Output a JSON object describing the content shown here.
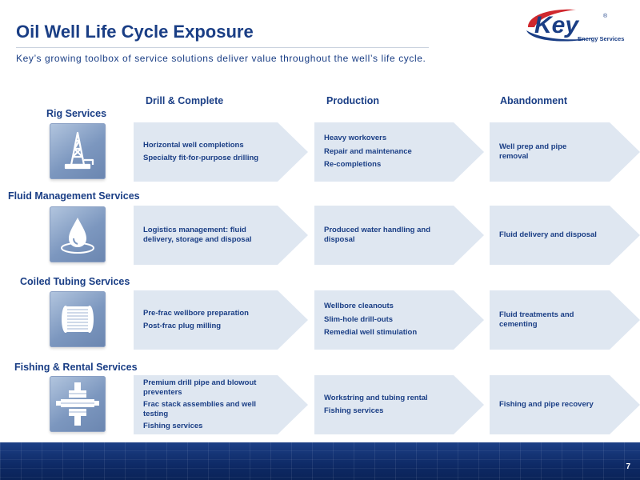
{
  "header": {
    "title": "Oil Well Life Cycle Exposure",
    "subtitle": "Key’s growing toolbox of service solutions deliver value throughout the well’s life cycle."
  },
  "logo": {
    "wordmark": "Key",
    "tagline": "Energy Services",
    "registered": "®"
  },
  "columns": [
    "Drill & Complete",
    "Production",
    "Abandonment"
  ],
  "rows": [
    {
      "label": "Rig Services",
      "icon": "drilling-rig-icon",
      "drill": [
        "Horizontal well completions",
        "Specialty fit-for-purpose drilling"
      ],
      "production": [
        "Heavy workovers",
        "Repair and maintenance",
        "Re-completions"
      ],
      "abandonment": [
        "Well prep and pipe removal"
      ]
    },
    {
      "label": "Fluid Management Services",
      "icon": "water-drop-icon",
      "drill": [
        "Logistics management: fluid delivery, storage and disposal"
      ],
      "production": [
        "Produced water handling and disposal"
      ],
      "abandonment": [
        "Fluid delivery and disposal"
      ]
    },
    {
      "label": "Coiled Tubing Services",
      "icon": "coiled-tubing-reel-icon",
      "drill": [
        "Pre-frac wellbore preparation",
        "Post-frac plug milling"
      ],
      "production": [
        "Wellbore cleanouts",
        "Slim-hole drill-outs",
        "Remedial well stimulation"
      ],
      "abandonment": [
        "Fluid treatments and cementing"
      ]
    },
    {
      "label": "Fishing & Rental Services",
      "icon": "blowout-preventer-icon",
      "drill": [
        "Premium drill pipe and blowout preventers",
        "Frac stack assemblies and well testing",
        "Fishing services"
      ],
      "production": [
        "Workstring and tubing rental",
        "Fishing services"
      ],
      "abandonment": [
        "Fishing and pipe recovery"
      ]
    }
  ],
  "footer": {
    "page_number": "7"
  },
  "colors": {
    "brand_blue": "#1a3e85",
    "logo_red": "#d0282e",
    "arrow_fill": "#dfe7f1",
    "footer_navy": "#0e2a66"
  }
}
